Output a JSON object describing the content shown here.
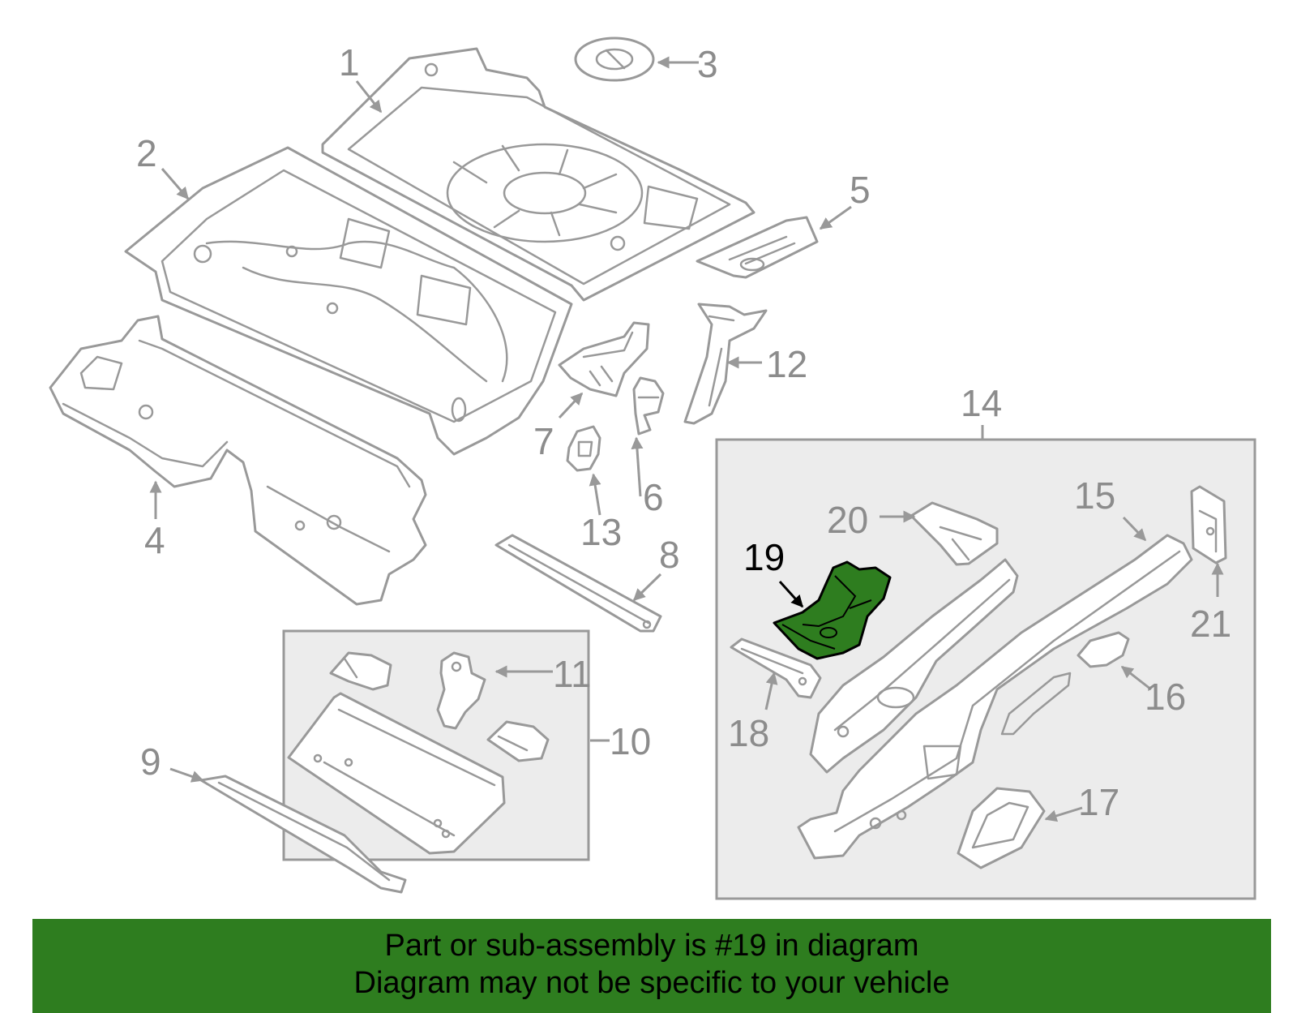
{
  "callouts": {
    "c1": "1",
    "c2": "2",
    "c3": "3",
    "c4": "4",
    "c5": "5",
    "c6": "6",
    "c7": "7",
    "c8": "8",
    "c9": "9",
    "c10": "10",
    "c11": "11",
    "c12": "12",
    "c13": "13",
    "c14": "14",
    "c15": "15",
    "c16": "16",
    "c17": "17",
    "c18": "18",
    "c19": "19",
    "c20": "20",
    "c21": "21"
  },
  "highlight": {
    "part_number": "19",
    "color": "#2e7d1f"
  },
  "footer": {
    "line1": "Part or sub-assembly is #19 in diagram",
    "line2": "Diagram may not be specific to your vehicle"
  }
}
